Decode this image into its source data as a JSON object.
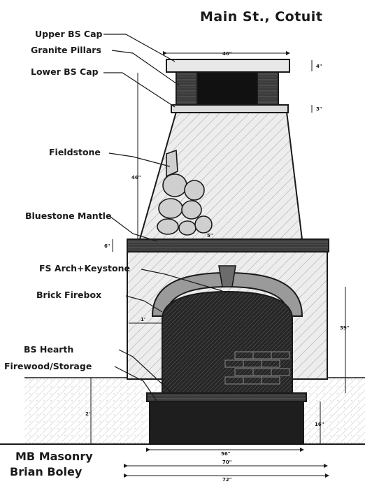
{
  "title": "Main St., Cotuit",
  "credit": {
    "line1": "MB Masonry",
    "line2": "Brian Boley"
  },
  "labels": {
    "upper_cap": "Upper BS Cap",
    "granite_pillars": "Granite Pillars",
    "lower_cap": "Lower BS Cap",
    "fieldstone": "Fieldstone",
    "mantle": "Bluestone Mantle",
    "arch": "FS Arch+Keystone",
    "firebox": "Brick Firebox",
    "hearth": "BS Hearth",
    "storage": "Firewood/Storage"
  },
  "dimensions": {
    "cap_width": "46\"",
    "upper_cap_height": "4\"",
    "lower_cap_height": "3\"",
    "chimney_height": "46\"",
    "mantle_depth": "5\"",
    "mantle_height": "6\"",
    "firebox_side": "1'",
    "firebox_height": "39\"",
    "storage_height": "2'",
    "hearth_height": "16\"",
    "hearth_width": "56\"",
    "width_70": "70\"",
    "width_72": "72\""
  },
  "colors": {
    "ink": "#1a1a1a",
    "dark_fill": "#222222",
    "stucco": "#ededed",
    "stone": "#cfcfcf"
  }
}
